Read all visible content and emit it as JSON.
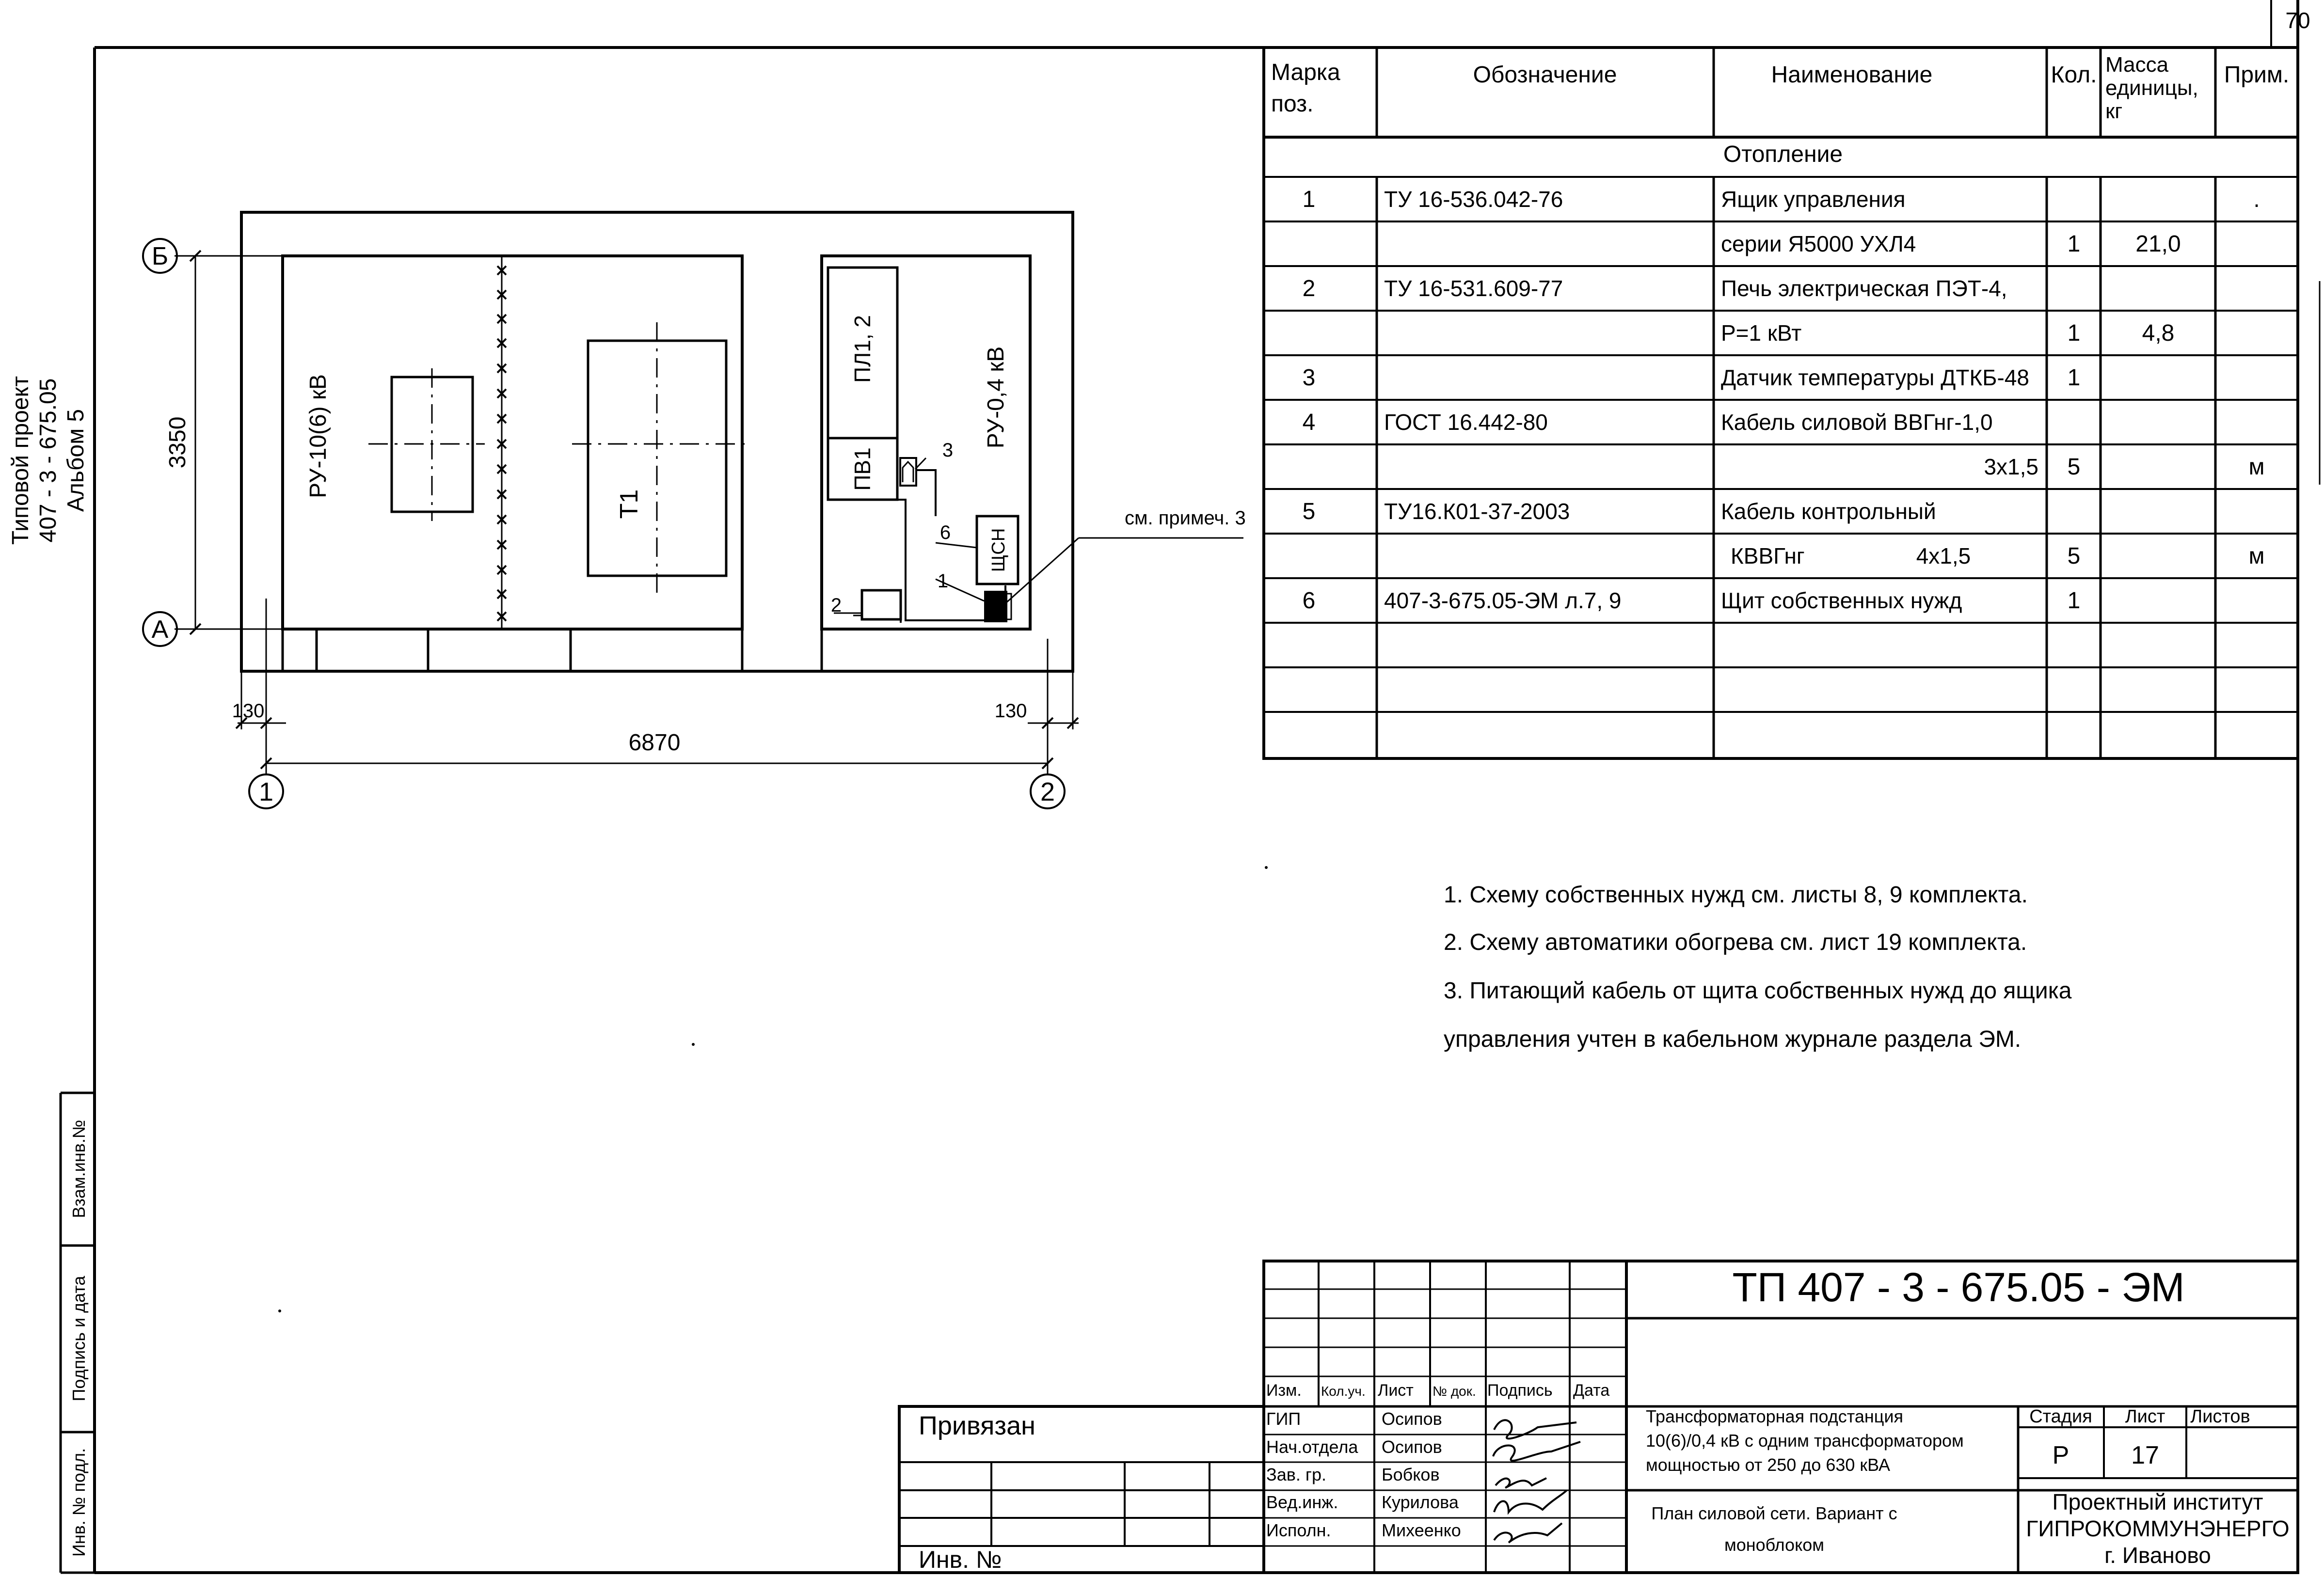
{
  "sheet_number": "70",
  "side_stamp": {
    "line1": "Типовой проект",
    "line2": "407 - 3 - 675.05",
    "line3": "Альбом 5",
    "vzam": "Взам.инв.№",
    "podpis": "Подпись и дата",
    "inv": "Инв. № подл."
  },
  "plan": {
    "axis_b": "Б",
    "axis_a": "А",
    "axis_1": "1",
    "axis_2": "2",
    "dim_height": "3350",
    "dim_width": "6870",
    "dim_left": "130",
    "dim_right": "130",
    "ru_hv": "РУ-10(6) кВ",
    "t1": "Т1",
    "pl": "ПЛ1, 2",
    "pv": "ПВ1",
    "ru_lv": "РУ-0,4 кВ",
    "shsn": "ЩСН",
    "lbl_1": "1",
    "lbl_2": "2",
    "lbl_3": "3",
    "lbl_6": "6",
    "note_ref": "см. примеч. 3"
  },
  "spec": {
    "headers": {
      "mark": "Марка поз.",
      "oboz": "Обозначение",
      "naim": "Наименование",
      "kol": "Кол.",
      "massa": "Масса единицы, кг",
      "prim": "Прим."
    },
    "section": "Отопление",
    "rows": [
      {
        "mark": "1",
        "oboz": "ТУ 16-536.042-76",
        "naim": "Ящик управления",
        "kol": "",
        "massa": "",
        "prim": "."
      },
      {
        "mark": "",
        "oboz": "",
        "naim": "серии Я5000  УХЛ4",
        "kol": "1",
        "massa": "21,0",
        "prim": ""
      },
      {
        "mark": "2",
        "oboz": "ТУ 16-531.609-77",
        "naim": "Печь электрическая ПЭТ-4,",
        "kol": "",
        "massa": "",
        "prim": ""
      },
      {
        "mark": "",
        "oboz": "",
        "naim": "Р=1 кВт",
        "kol": "1",
        "massa": "4,8",
        "prim": ""
      },
      {
        "mark": "3",
        "oboz": "",
        "naim": "Датчик температуры ДТКБ-48",
        "kol": "1",
        "massa": "",
        "prim": ""
      },
      {
        "mark": "4",
        "oboz": "ГОСТ 16.442-80",
        "naim": "Кабель силовой ВВГнг-1,0",
        "kol": "",
        "massa": "",
        "prim": ""
      },
      {
        "mark": "",
        "oboz": "",
        "naim": "3х1,5",
        "kol": "5",
        "massa": "",
        "prim": "м"
      },
      {
        "mark": "5",
        "oboz": "ТУ16.К01-37-2003",
        "naim": "Кабель контрольный",
        "kol": "",
        "massa": "",
        "prim": ""
      },
      {
        "mark": "",
        "oboz": "",
        "naim": "КВВГнг                  4х1,5",
        "kol": "5",
        "massa": "",
        "prim": "м"
      },
      {
        "mark": "6",
        "oboz": "407-3-675.05-ЭМ л.7, 9",
        "naim": "Щит собственных нужд",
        "kol": "1",
        "massa": "",
        "prim": ""
      },
      {
        "mark": "",
        "oboz": "",
        "naim": "",
        "kol": "",
        "massa": "",
        "prim": ""
      },
      {
        "mark": "",
        "oboz": "",
        "naim": "",
        "kol": "",
        "massa": "",
        "prim": ""
      },
      {
        "mark": "",
        "oboz": "",
        "naim": "",
        "kol": "",
        "massa": "",
        "prim": ""
      }
    ]
  },
  "notes": [
    "1. Схему собственных нужд см. листы  8, 9  комплекта.",
    "2. Схему автоматики обогрева см. лист 19 комплекта.",
    "3. Питающий кабель от щита собственных нужд до ящика",
    "управления учтен в кабельном журнале раздела ЭМ."
  ],
  "title_block": {
    "code": "ТП  407 - 3 - 675.05 - ЭМ",
    "hdr": [
      "Изм.",
      "Кол.уч.",
      "Лист",
      "№ док.",
      "Подпись",
      "Дата"
    ],
    "roles": [
      "ГИП",
      "Нач.отдела",
      "Зав. гр.",
      "Вед.инж.",
      "Исполн."
    ],
    "names": [
      "Осипов",
      "Осипов",
      "Бобков",
      "Курилова",
      "Михеенко"
    ],
    "object_l1": "Трансформаторная подстанция",
    "object_l2": "10(6)/0,4 кВ с одним трансформатором",
    "object_l3": "мощностью от 250 до 630 кВА",
    "sheet_title_l1": "План силовой сети. Вариант с",
    "sheet_title_l2": "моноблоком",
    "stage_hdr": "Стадия",
    "list_hdr": "Лист",
    "listov_hdr": "Листов",
    "stage": "Р",
    "list": "17",
    "listov": "",
    "org_l1": "Проектный институт",
    "org_l2": "ГИПРОКОММУНЭНЕРГО",
    "org_l3": "г. Иваново",
    "privyazan": "Привязан",
    "inv_no": "Инв. №"
  }
}
